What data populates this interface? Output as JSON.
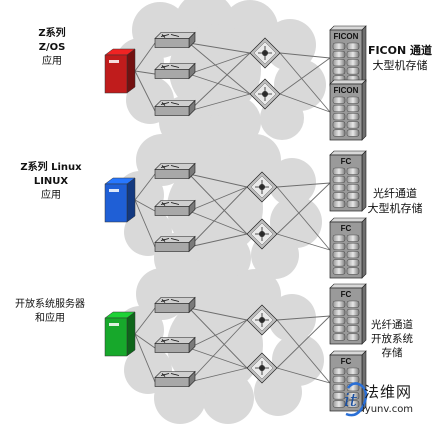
{
  "groups": [
    {
      "host_color": "#c01c1c",
      "host_label": [
        "Z系列",
        "Z/OS",
        "应用"
      ],
      "storage_tag": "FICON",
      "storage_label": [
        "FICON 通道",
        "大型机存储"
      ]
    },
    {
      "host_color": "#1f5fd6",
      "host_label": [
        "Z系列  Linux",
        "LINUX",
        "应用"
      ],
      "storage_tag": "FC",
      "storage_label": [
        "光纤通道",
        "大型机存储"
      ]
    },
    {
      "host_color": "#17a82b",
      "host_label": [
        "开放系统服务器",
        "和应用"
      ],
      "storage_tag": "FC",
      "storage_label": [
        "光纤通道",
        "开放系统",
        "存储"
      ]
    }
  ],
  "watermark": {
    "logo": "it",
    "site_cn": "法维网",
    "site_en": "iyunv.com"
  }
}
